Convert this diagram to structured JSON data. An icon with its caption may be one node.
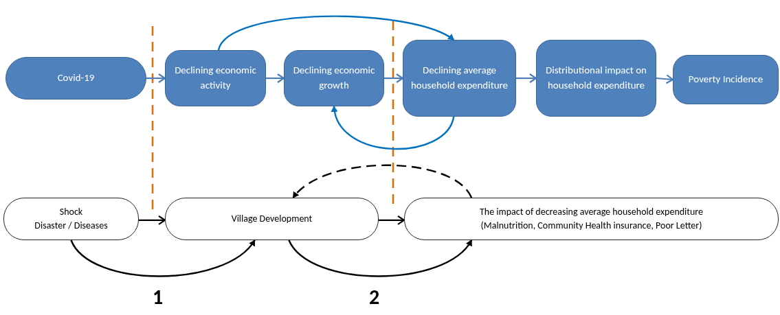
{
  "diagram": {
    "nodes": [
      {
        "text": [
          "Covid-19"
        ]
      },
      {
        "text": [
          "Declining economic activity"
        ]
      },
      {
        "text": [
          "Declining economic growth"
        ]
      },
      {
        "text": [
          "Declining average household expenditure"
        ]
      },
      {
        "text": [
          "Distributional impact on household expenditure"
        ]
      },
      {
        "text": [
          "Poverty Incidence"
        ]
      },
      {
        "text": [
          "Shock",
          "Disaster / Diseases"
        ]
      },
      {
        "text": [
          "Village Development"
        ]
      },
      {
        "text": [
          "The impact of decreasing average household expenditure",
          "(Malnutrition, Community Health insurance, Poor Letter)"
        ]
      }
    ],
    "edges": [
      {
        "from": 0,
        "to": 1,
        "arrow": "to"
      },
      {
        "from": 1,
        "to": 2,
        "arrow": "to"
      },
      {
        "from": 2,
        "to": 3,
        "arrow": "to"
      },
      {
        "from": 3,
        "to": 4,
        "arrow": "to"
      },
      {
        "from": 4,
        "to": 5,
        "arrow": "to"
      },
      {
        "from": 1,
        "to": 3,
        "arrow": "to",
        "color": "#0070c0"
      },
      {
        "from": 3,
        "to": 2,
        "arrow": "to",
        "color": "#0070c0"
      },
      {
        "from": 6,
        "to": 7,
        "arrow": "to",
        "color": "#000000"
      },
      {
        "from": 7,
        "to": 8,
        "arrow": "to",
        "color": "#000000"
      },
      {
        "from": 8,
        "to": 7,
        "arrow": "to",
        "style": "dashed",
        "color": "#000000"
      },
      {
        "from": 6,
        "to": 7,
        "arrow": "to",
        "color": "#000000"
      },
      {
        "from": 7,
        "to": 8,
        "arrow": "to",
        "color": "#000000"
      }
    ],
    "labels": [
      "1",
      "2"
    ]
  }
}
